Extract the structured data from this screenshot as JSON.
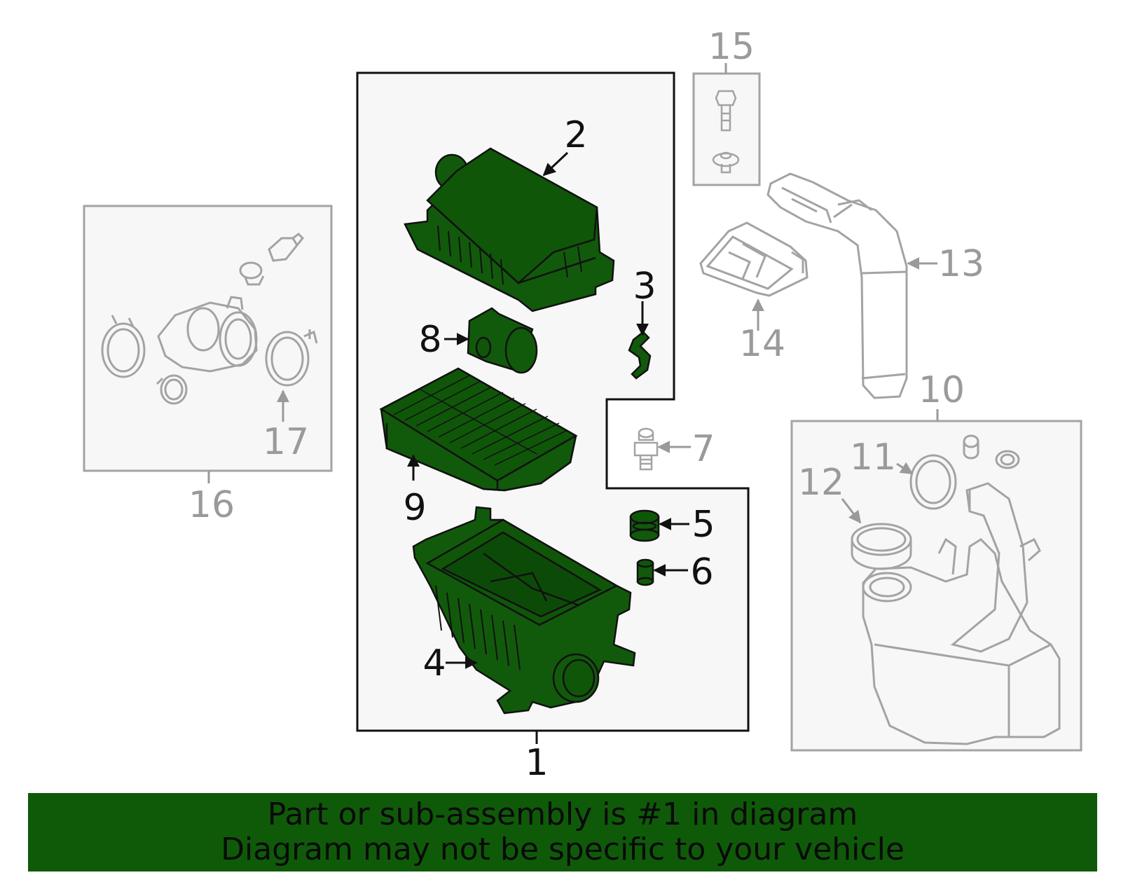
{
  "callouts": {
    "c1": "1",
    "c2": "2",
    "c3": "3",
    "c4": "4",
    "c5": "5",
    "c6": "6",
    "c7": "7",
    "c8": "8",
    "c9": "9",
    "c10": "10",
    "c11": "11",
    "c12": "12",
    "c13": "13",
    "c14": "14",
    "c15": "15",
    "c16": "16",
    "c17": "17"
  },
  "banner": {
    "line1": "Part or sub-assembly is #1 in diagram",
    "line2": "Diagram may not be specific to your vehicle"
  },
  "colors": {
    "highlight": "#115a0b",
    "outline_dark": "#111111",
    "outline_grey": "#a3a3a3",
    "panel_fill": "#f7f7f7",
    "banner_bg": "#0f5a09"
  }
}
